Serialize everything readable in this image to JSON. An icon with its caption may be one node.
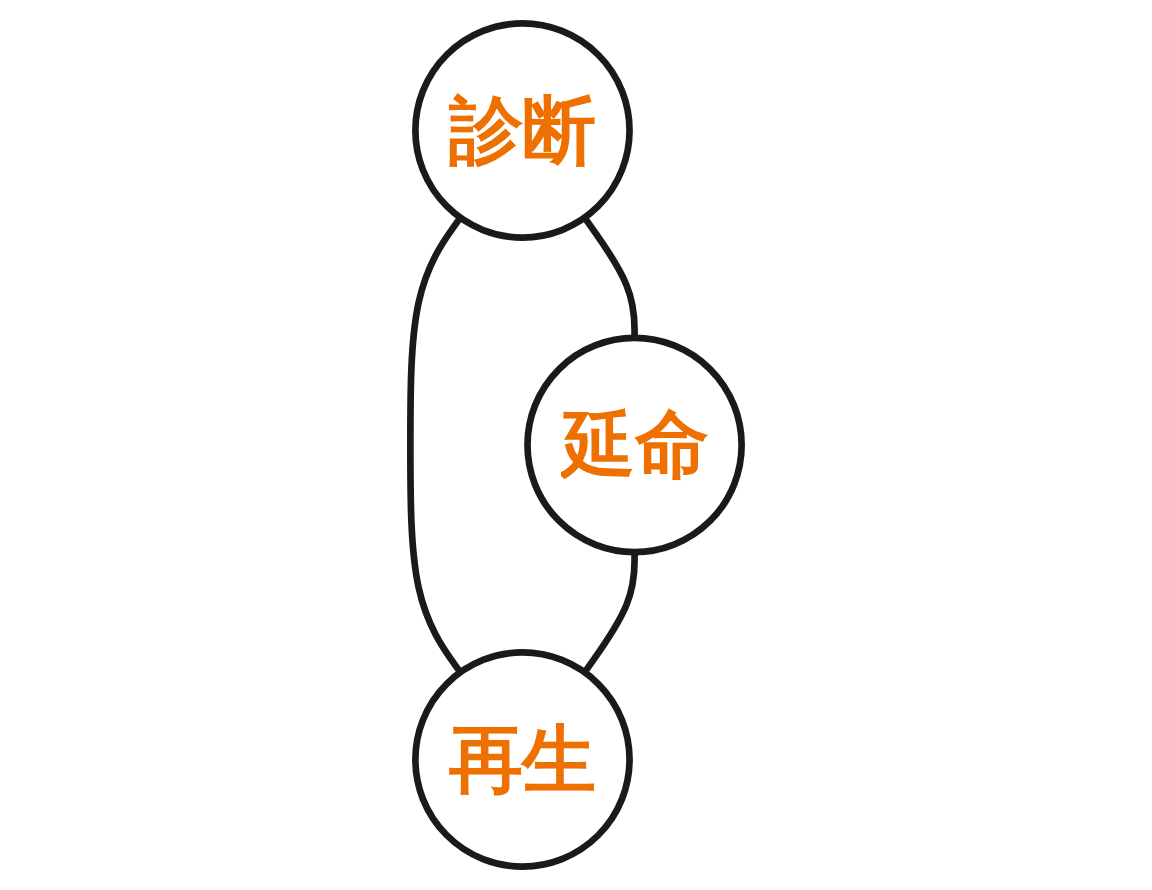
{
  "diagram": {
    "nodes": [
      {
        "text": [
          "診断"
        ]
      },
      {
        "text": [
          "延命"
        ]
      },
      {
        "text": [
          "再生"
        ]
      }
    ],
    "edges": [
      {
        "from": 0,
        "to": 1,
        "arrow": "none"
      },
      {
        "from": 0,
        "to": 2,
        "arrow": "none"
      },
      {
        "from": 1,
        "to": 2,
        "arrow": "none"
      }
    ]
  }
}
